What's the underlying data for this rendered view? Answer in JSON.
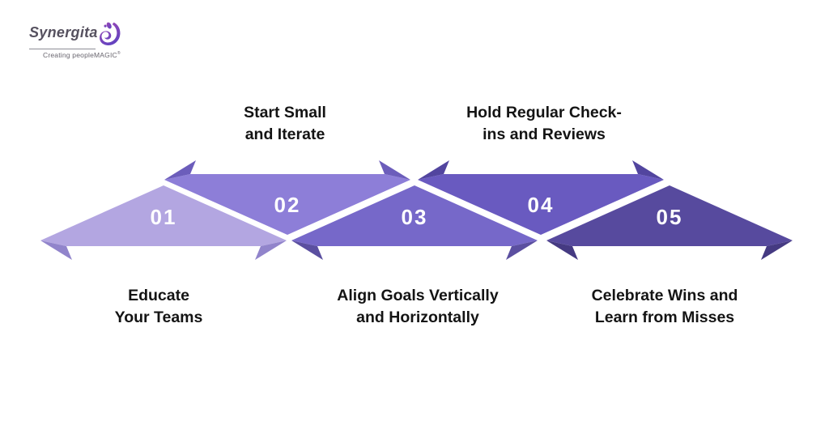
{
  "brand": {
    "name": "Synergita",
    "tagline": "Creating peopleMAGIC",
    "registered_mark": "®",
    "logo_text_color": "#56515f",
    "tagline_color": "#68656e",
    "mark_gradient": [
      "#a049b4",
      "#6443c0"
    ]
  },
  "diagram": {
    "background": "#ffffff",
    "label_color": "#141414",
    "number_color": "#ffffff",
    "steps": [
      {
        "number": "01",
        "label_position": "below",
        "color": "#b3a6e1",
        "fold_color": "#9184cb",
        "label_lines": [
          "Educate",
          "Your Teams"
        ]
      },
      {
        "number": "02",
        "label_position": "above",
        "color": "#8d7ed8",
        "fold_color": "#6c5dbb",
        "label_lines": [
          "Start Small",
          "and Iterate"
        ]
      },
      {
        "number": "03",
        "label_position": "below",
        "color": "#7668c9",
        "fold_color": "#5b4fa0",
        "label_lines": [
          "Align Goals Vertically",
          "and Horizontally"
        ]
      },
      {
        "number": "04",
        "label_position": "above",
        "color": "#695ac0",
        "fold_color": "#52459f",
        "label_lines": [
          "Hold Regular Check-",
          "ins and Reviews"
        ]
      },
      {
        "number": "05",
        "label_position": "below",
        "color": "#574a9e",
        "fold_color": "#453a82",
        "label_lines": [
          "Celebrate Wins and",
          "Learn from Misses"
        ]
      }
    ]
  }
}
